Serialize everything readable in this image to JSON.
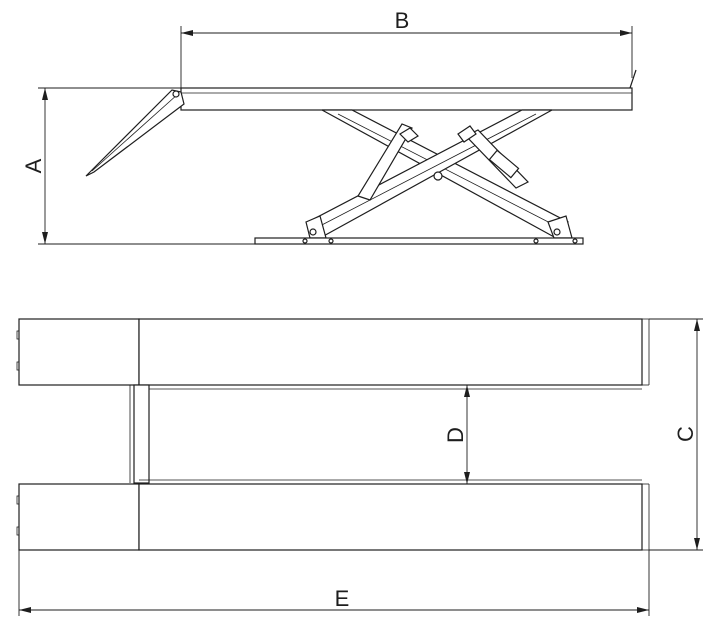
{
  "diagram": {
    "side_view": {
      "dimension_labels": {
        "height": "A",
        "length": "B"
      }
    },
    "top_view": {
      "dimension_labels": {
        "width": "C",
        "gap": "D",
        "overall_length": "E"
      }
    }
  }
}
